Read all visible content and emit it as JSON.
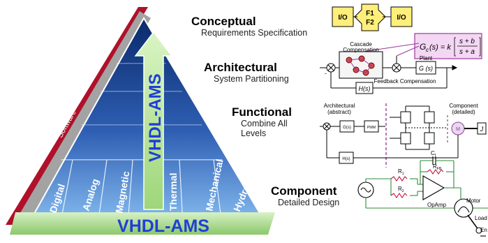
{
  "pyramid": {
    "banner_top": "VHDL-AMS",
    "banner_bottom": "VHDL-AMS",
    "software_label": "Software",
    "domains": [
      "Digital",
      "Analog",
      "Magnetic",
      "Thermal",
      "Mechanical",
      "Hydraulic"
    ]
  },
  "levels": [
    {
      "title": "Conceptual",
      "subtitle": "Requirements Specification"
    },
    {
      "title": "Architectural",
      "subtitle": "System Partitioning"
    },
    {
      "title": "Functional",
      "subtitle_lines": [
        "Combine All",
        "Levels"
      ]
    },
    {
      "title": "Component",
      "subtitle": "Detailed Design"
    }
  ],
  "conceptual_diagram": {
    "io_left": "I/O",
    "f1": "F1",
    "f2": "F2",
    "io_right": "I/O"
  },
  "architectural_diagram": {
    "cascade_label_line1": "Cascade",
    "cascade_label_line2": "Compensation",
    "plant_label": "Plant",
    "plant_block": "G (s)",
    "feedback_label": "Feedback Compensation",
    "feedback_block": "H(s)",
    "formula_lhs": "G",
    "formula_sub": "c",
    "formula_mid": "(s) = k",
    "formula_num": "s + b",
    "formula_den": "s + a"
  },
  "functional_diagram": {
    "arch_label_line1": "Architectural",
    "arch_label_line2": "(abstract)",
    "comp_label_line1": "Component",
    "comp_label_line2": "(detailed)",
    "g_block": "G(s)",
    "pwm_block": "PWM",
    "h_block": "H(s)",
    "motor": "M",
    "out": "J"
  },
  "component_diagram": {
    "c1": "C",
    "c1_sub": "f",
    "rfb": "R",
    "rfb_sub": "FB",
    "r1": "R",
    "r1_sub": "1",
    "r2": "R",
    "r2_sub": "2",
    "opamp": "OpAmp",
    "motor": "Motor",
    "load": "Load",
    "enc": "En"
  },
  "colors": {
    "pyramid_deep": "#0b2f72",
    "pyramid_light": "#6aa7e6",
    "arrow_green": "#b6e49a",
    "banner_blue": "#1f3fd6",
    "gray_band": "#9a9a9a",
    "red_band": "#b0102a",
    "purple": "#9a3a9a",
    "yellow": "#ffef7a"
  }
}
